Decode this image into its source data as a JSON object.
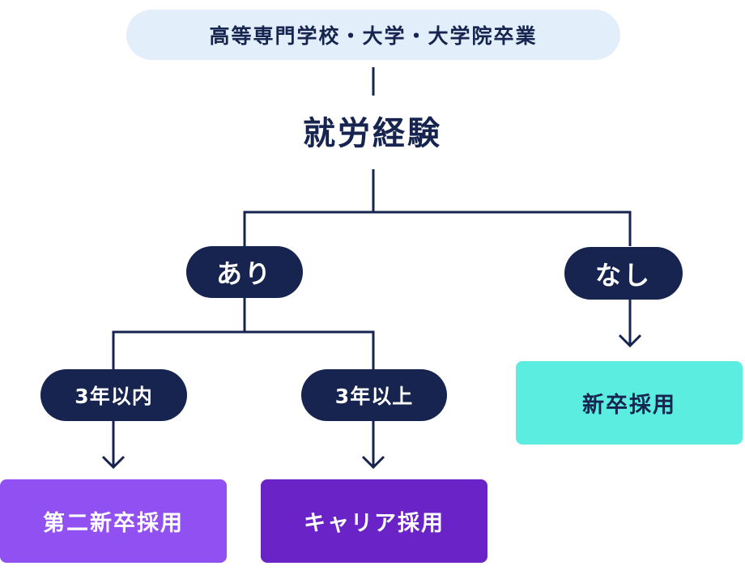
{
  "diagram": {
    "top_label": "高等専門学校・大学・大学院卒業",
    "root_label": "就労経験",
    "branch_yes": "あり",
    "branch_no": "なし",
    "sub_within_3": "3年以内",
    "sub_over_3": "3年以上",
    "result_second_new_grad": "第二新卒採用",
    "result_career": "キャリア採用",
    "result_new_grad": "新卒採用"
  },
  "colors": {
    "navy": "#16244f",
    "light_blue": "#e3eefb",
    "violet": "#9150f2",
    "purple": "#6923c6",
    "aqua": "#5beee0"
  }
}
